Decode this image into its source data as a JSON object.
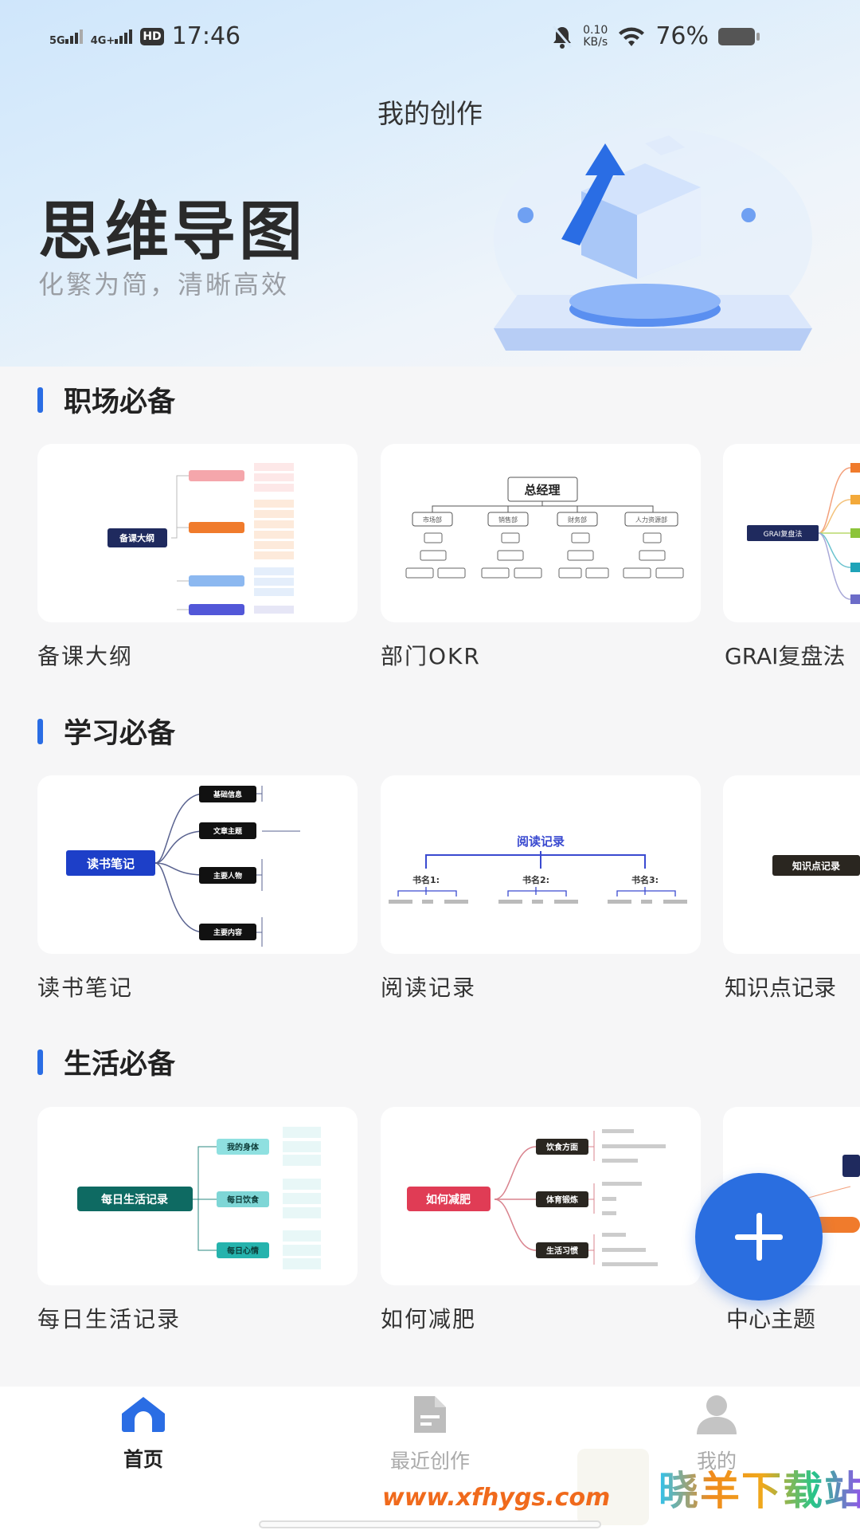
{
  "status_bar": {
    "net1": "5G",
    "net2": "4G+",
    "hd": "HD",
    "time": "17:46",
    "speed_value": "0.10",
    "speed_unit": "KB/s",
    "battery": "76%"
  },
  "header": {
    "title": "我的创作",
    "hero_title": "思维导图",
    "hero_subtitle": "化繁为简，清晰高效"
  },
  "sections": [
    {
      "title": "职场必备",
      "cards": [
        {
          "label": "备课大纲",
          "thumb_root": "备课大纲"
        },
        {
          "label": "部门OKR",
          "thumb_root": "总经理",
          "thumb_nodes": [
            "市场部",
            "销售部",
            "财务部",
            "人力资源部"
          ]
        },
        {
          "label": "GRAI复盘法",
          "thumb_root": "GRAI复盘法"
        }
      ]
    },
    {
      "title": "学习必备",
      "cards": [
        {
          "label": "读书笔记",
          "thumb_root": "读书笔记",
          "thumb_nodes": [
            "基础信息",
            "文章主题",
            "主要人物",
            "主要内容"
          ]
        },
        {
          "label": "阅读记录",
          "thumb_root": "阅读记录",
          "thumb_nodes": [
            "书名1:",
            "书名2:",
            "书名3:"
          ]
        },
        {
          "label": "知识点记录",
          "thumb_root": "知识点记录"
        }
      ]
    },
    {
      "title": "生活必备",
      "cards": [
        {
          "label": "每日生活记录",
          "thumb_root": "每日生活记录",
          "thumb_nodes": [
            "我的身体",
            "每日饮食",
            "每日心情"
          ]
        },
        {
          "label": "如何减肥",
          "thumb_root": "如何减肥",
          "thumb_nodes": [
            "饮食方面",
            "体育锻炼",
            "生活习惯"
          ]
        },
        {
          "label": "中心主题"
        }
      ]
    }
  ],
  "fab": {
    "icon": "plus-icon"
  },
  "bottom_nav": [
    {
      "label": "首页",
      "icon": "home-icon",
      "active": true
    },
    {
      "label": "最近创作",
      "icon": "document-icon",
      "active": false
    },
    {
      "label": "我的",
      "icon": "user-icon",
      "active": false
    }
  ],
  "watermark": {
    "text": "晓羊下载站",
    "url": "www.xfhygs.com"
  },
  "colors": {
    "accent": "#2a6de4",
    "fab": "#2a6ee0",
    "nav_inactive": "#b5b5b5"
  }
}
